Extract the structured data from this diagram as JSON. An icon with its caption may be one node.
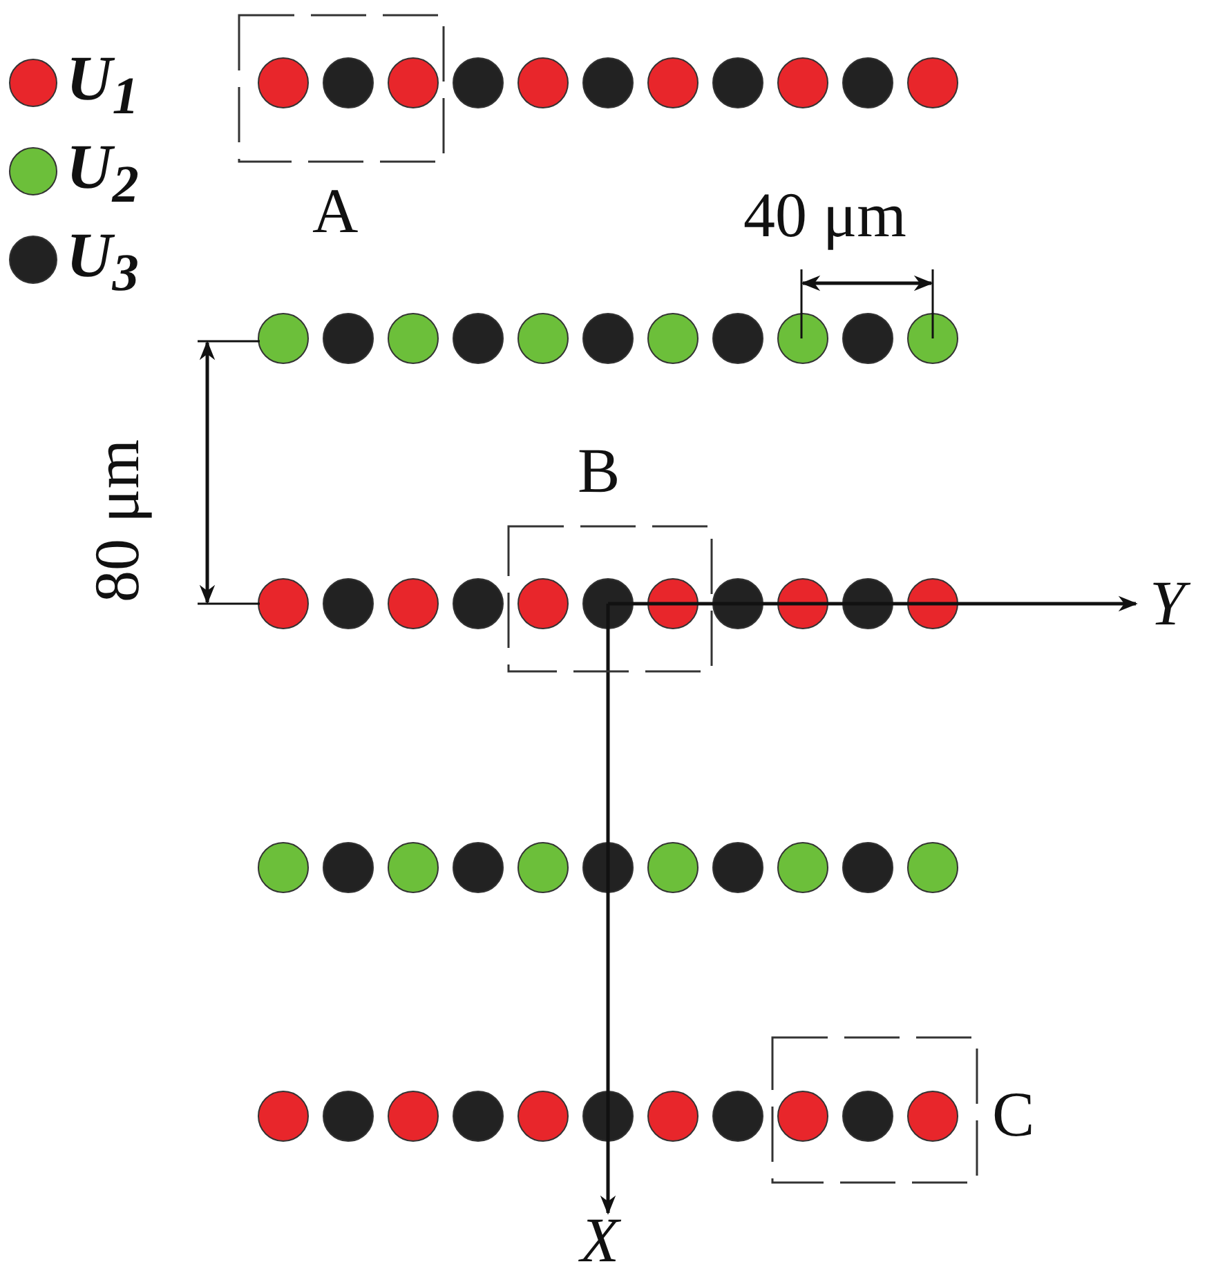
{
  "diagram": {
    "nodes": [
      {
        "text": [
          "A"
        ]
      },
      {
        "text": [
          "B"
        ]
      },
      {
        "text": [
          "C"
        ]
      }
    ],
    "labels": [
      "40 μm",
      "80 μm",
      "Y",
      "X"
    ],
    "legend": [
      {
        "text": "U$_{1}$",
        "color": "#e8262b"
      },
      {
        "text": "U$_{2}$",
        "color": "#6cbf3a"
      },
      {
        "text": "U$_{3}$",
        "color": "#222222"
      }
    ]
  }
}
